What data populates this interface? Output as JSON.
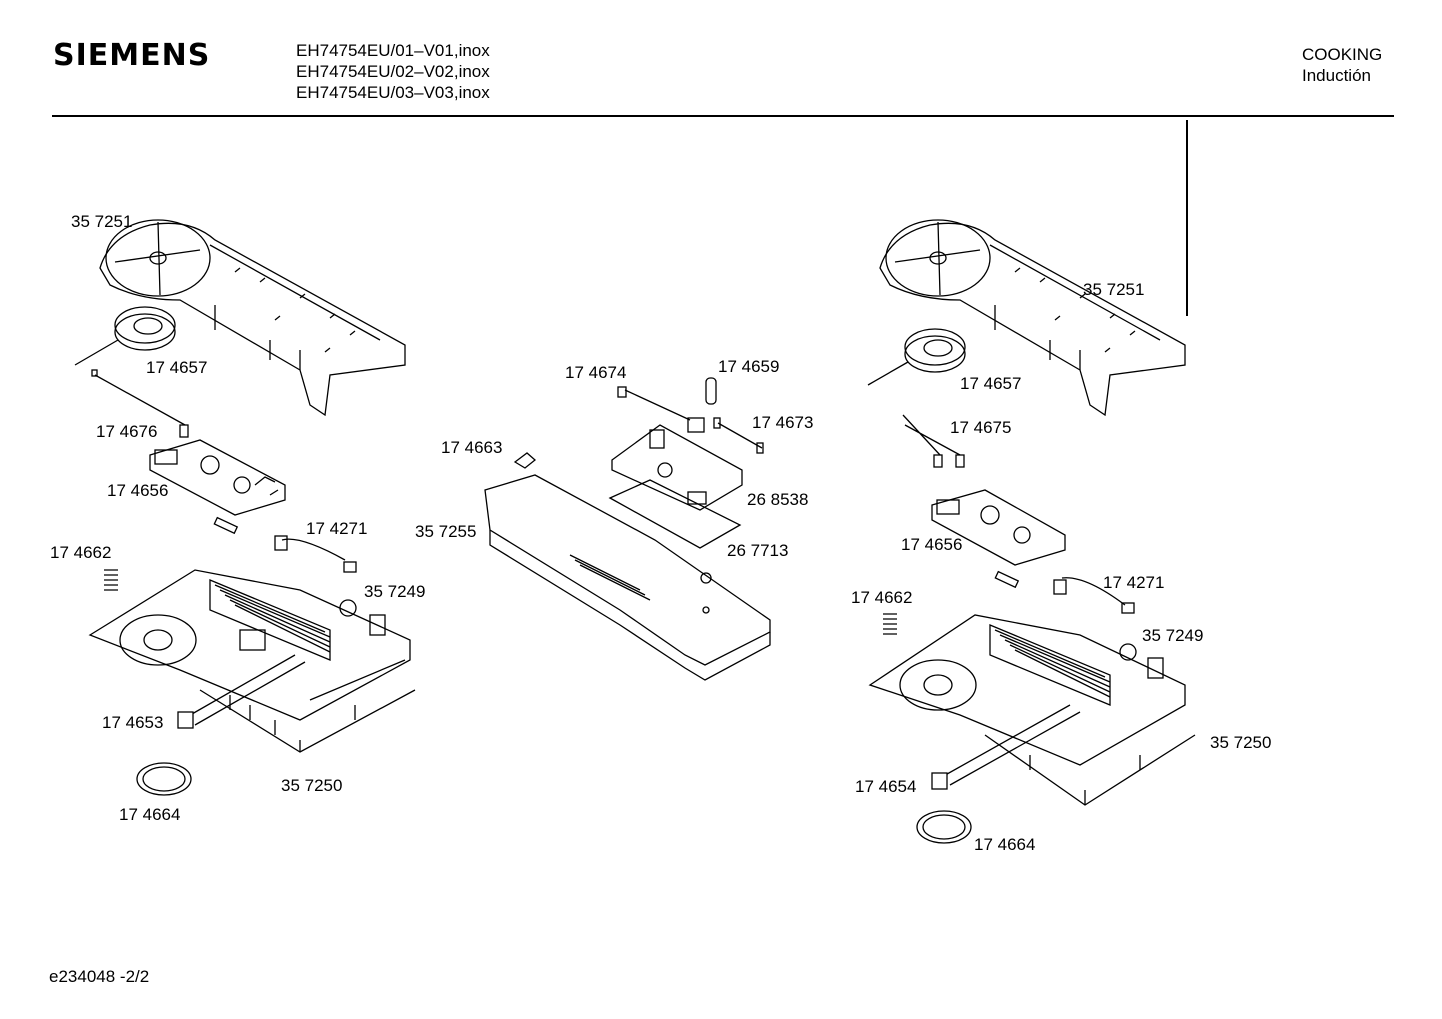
{
  "header": {
    "brand": "SIEMENS",
    "models": [
      "EH74754EU/01–V01,inox",
      "EH74754EU/02–V02,inox",
      "EH74754EU/03–V03,inox"
    ],
    "category": "COOKING",
    "subcategory": "Inductión"
  },
  "footer": {
    "doc_id": "e234048  -2/2"
  },
  "parts": {
    "left": {
      "p357251": "35 7251",
      "p174657": "17 4657",
      "p174676": "17 4676",
      "p174656": "17 4656",
      "p174271": "17 4271",
      "p174662": "17 4662",
      "p357249": "35 7249",
      "p174653": "17 4653",
      "p357250": "35 7250",
      "p174664": "17 4664"
    },
    "center": {
      "p174674": "17 4674",
      "p174659": "17 4659",
      "p174673": "17 4673",
      "p174663": "17 4663",
      "p268538": "26 8538",
      "p357255": "35 7255",
      "p267713": "26 7713"
    },
    "right": {
      "p357251": "35 7251",
      "p174657": "17 4657",
      "p174675": "17 4675",
      "p174656": "17 4656",
      "p174271": "17 4271",
      "p174662": "17 4662",
      "p357249": "35 7249",
      "p357250": "35 7250",
      "p174654": "17 4654",
      "p174664": "17 4664"
    }
  }
}
